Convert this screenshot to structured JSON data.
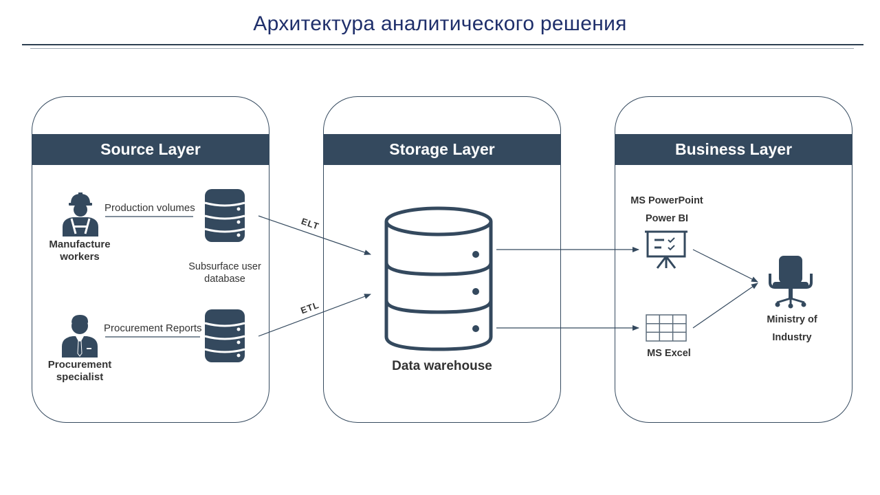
{
  "title": "Архитектура аналитического решения",
  "layers": {
    "source": "Source Layer",
    "storage": "Storage Layer",
    "business": "Business Layer"
  },
  "source": {
    "worker_label_1": "Manufacture",
    "worker_label_2": "workers",
    "specialist_label_1": "Procurement",
    "specialist_label_2": "specialist",
    "flow_1": "Production volumes",
    "flow_2": "Procurement Reports",
    "db_label_1": "Subsurface user",
    "db_label_2": "database"
  },
  "edges": {
    "elt": "ELT",
    "etl": "ETL"
  },
  "storage": {
    "warehouse_label": "Data warehouse"
  },
  "business": {
    "powerpoint_label": "MS PowerPoint",
    "powerbi_label": "Power BI",
    "excel_label": "MS Excel",
    "ministry_label_1": "Ministry of",
    "ministry_label_2": "Industry"
  },
  "colors": {
    "primary": "#34495e",
    "title": "#1f2f6b",
    "excel": "#5b6b7a"
  }
}
